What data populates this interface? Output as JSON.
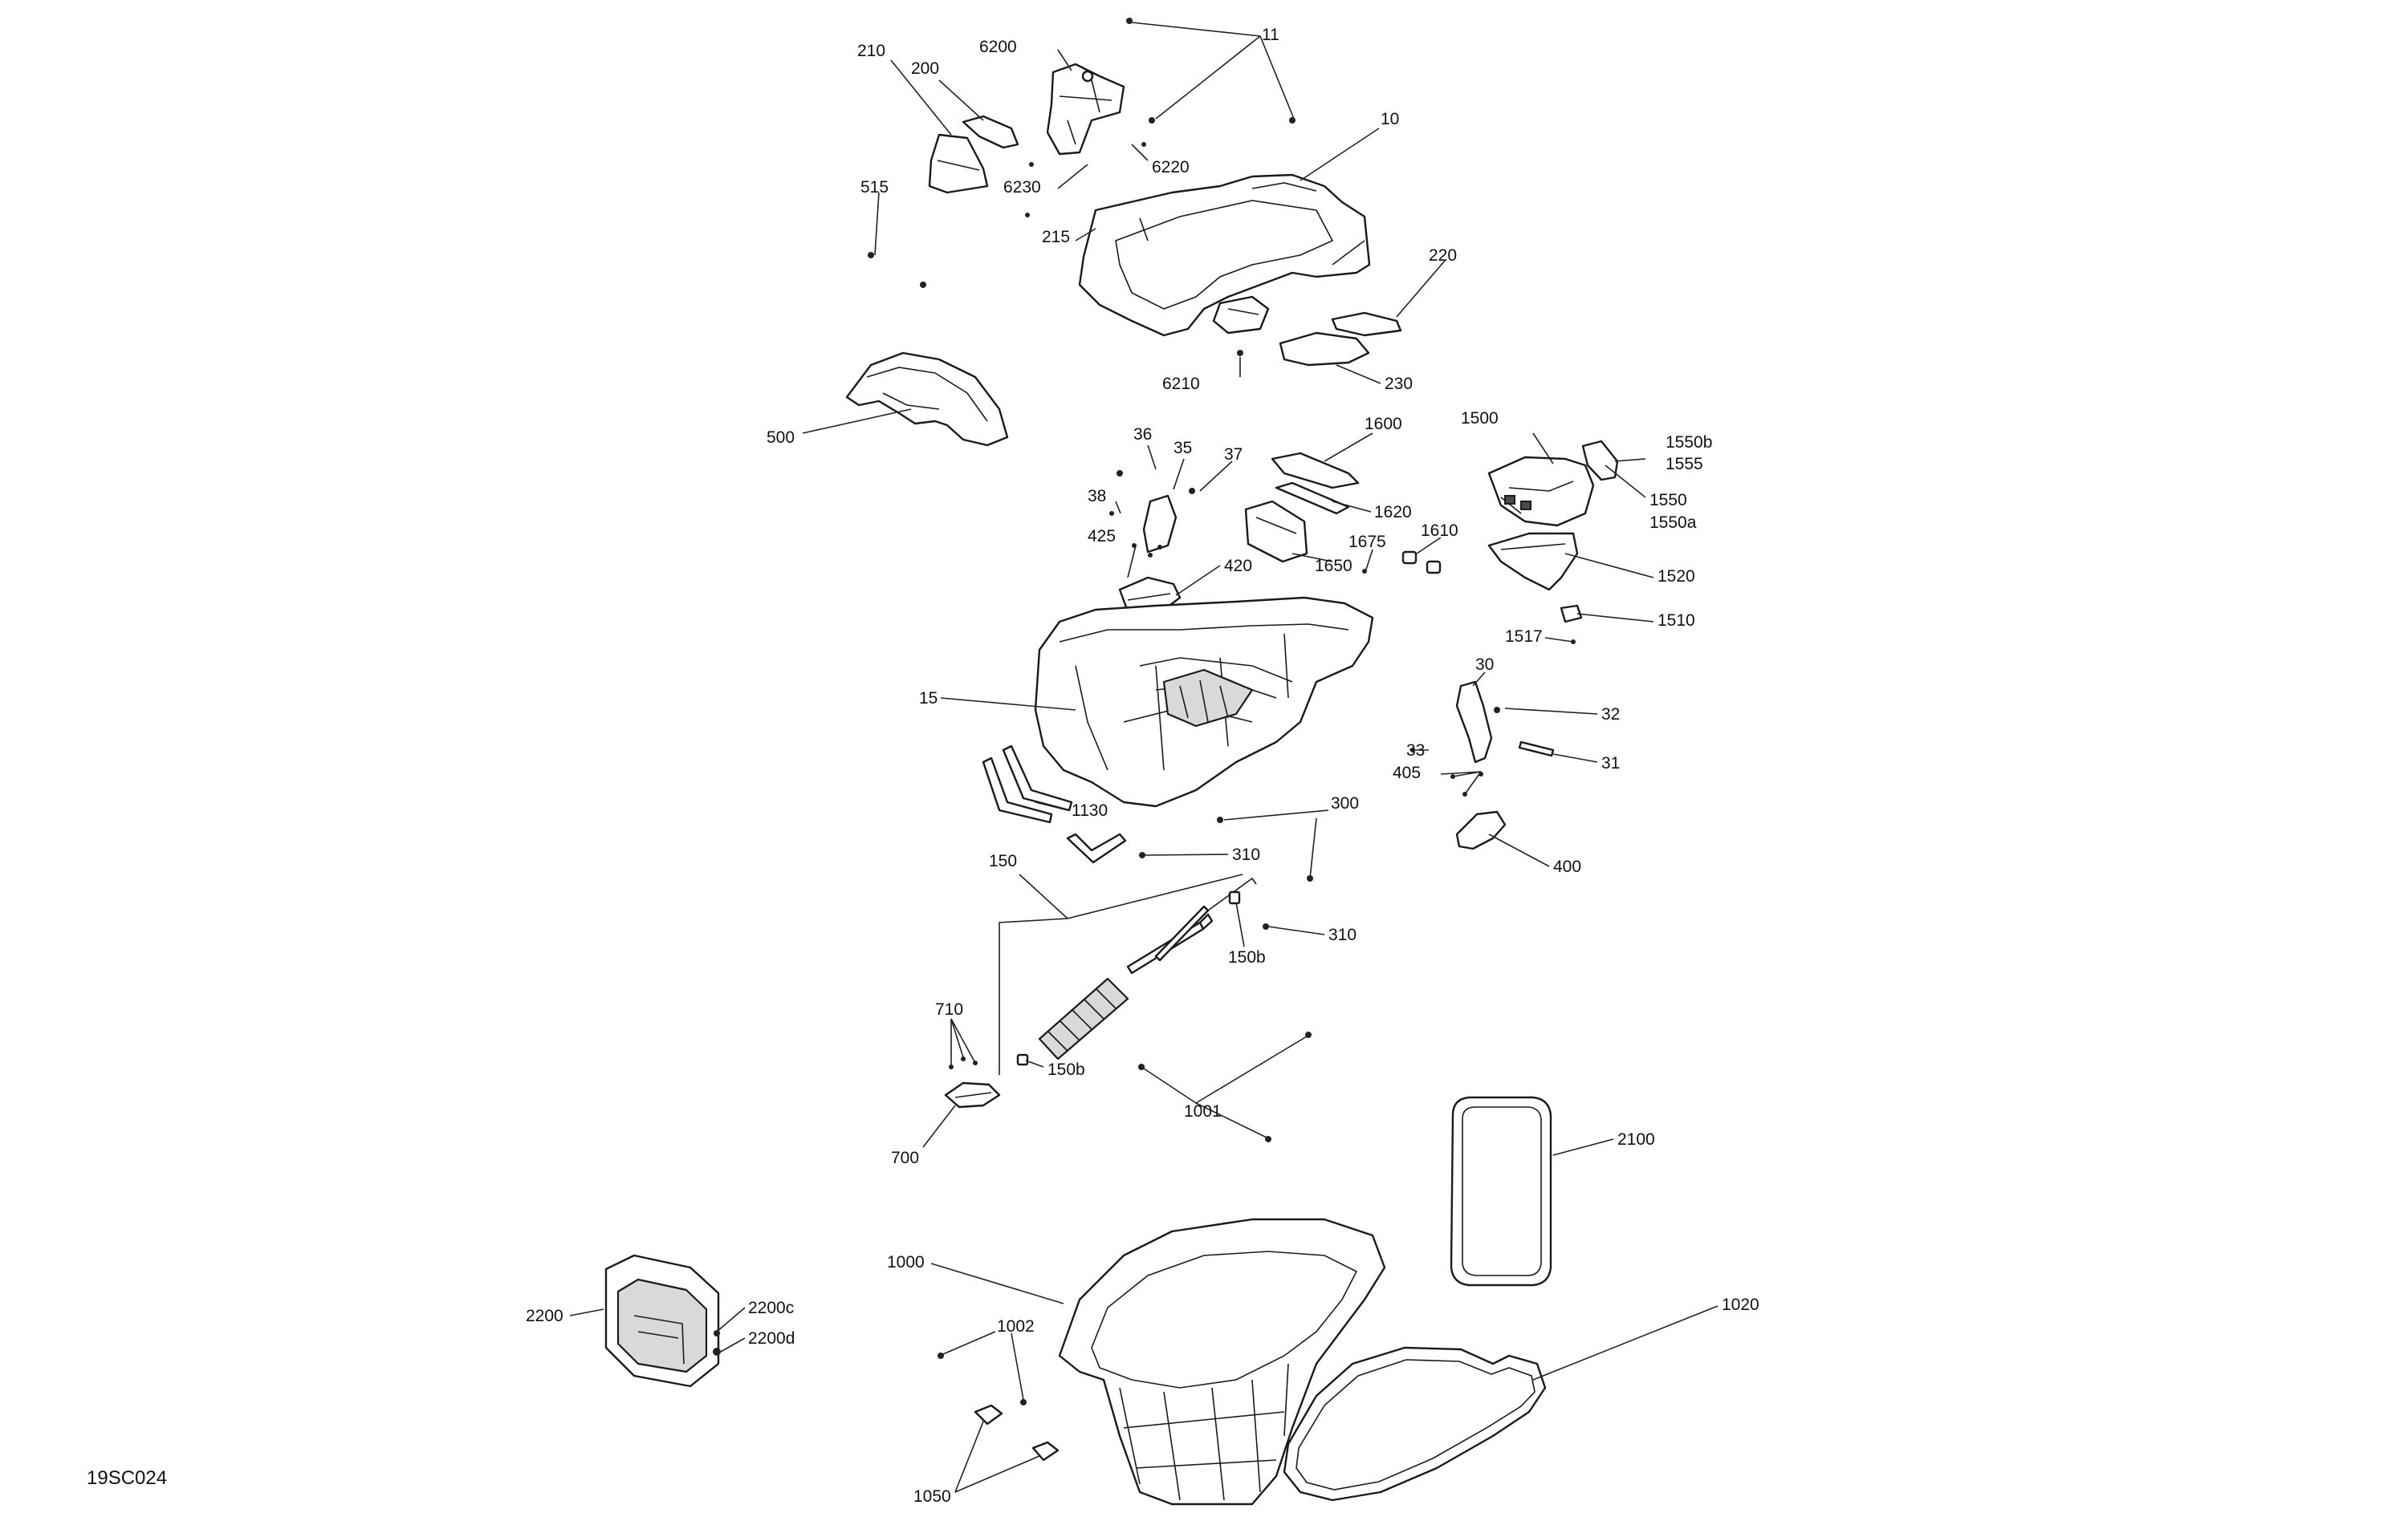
{
  "diagram_code": "19SC024",
  "callouts": {
    "c11": "11",
    "c10": "10",
    "c210": "210",
    "c200": "200",
    "c6200": "6200",
    "c6220": "6220",
    "c6230": "6230",
    "c215": "215",
    "c515": "515",
    "c220": "220",
    "c230": "230",
    "c6210": "6210",
    "c500": "500",
    "c1500": "1500",
    "c1550b": "1550b",
    "c1555": "1555",
    "c1550": "1550",
    "c1550a": "1550a",
    "c1600": "1600",
    "c1620": "1620",
    "c1650": "1650",
    "c1675": "1675",
    "c1610": "1610",
    "c36": "36",
    "c35": "35",
    "c37": "37",
    "c38": "38",
    "c425": "425",
    "c420": "420",
    "c1520": "1520",
    "c1510": "1510",
    "c1517": "1517",
    "c15": "15",
    "c30": "30",
    "c32": "32",
    "c33": "33",
    "c31": "31",
    "c405": "405",
    "c1130": "1130",
    "c300": "300",
    "c310a": "310",
    "c150": "150",
    "c310b": "310",
    "c150b_a": "150b",
    "c400": "400",
    "c710": "710",
    "c150b_b": "150b",
    "c1001": "1001",
    "c700": "700",
    "c2100": "2100",
    "c1000": "1000",
    "c1020": "1020",
    "c2200": "2200",
    "c2200c": "2200c",
    "c2200d": "2200d",
    "c1002": "1002",
    "c1050": "1050"
  }
}
